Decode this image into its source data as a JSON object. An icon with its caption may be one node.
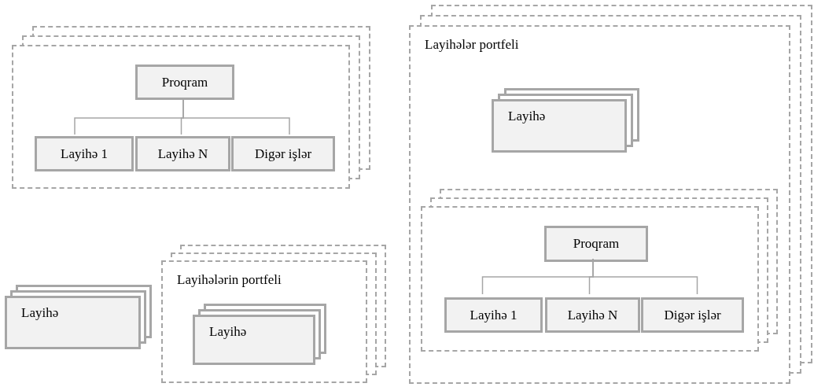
{
  "diagram": {
    "nodes": [
      {
        "text": [],
        "shape": "box"
      },
      {
        "text": [
          "Proqram"
        ],
        "in": 0
      },
      {
        "text": [
          "Layihə 1"
        ],
        "in": 0
      },
      {
        "text": [
          "Layihə N"
        ],
        "in": 0
      },
      {
        "text": [
          "Digər işlər"
        ],
        "in": 0
      },
      {
        "text": [
          "Layihə"
        ]
      },
      {
        "text": [
          "Layihələrin portfeli"
        ]
      },
      {
        "text": [
          "Layihə"
        ],
        "in": 6
      },
      {
        "text": [
          "Layihələr portfeli"
        ]
      },
      {
        "text": [
          "Layihə"
        ],
        "in": 8
      },
      {
        "text": [],
        "shape": "box",
        "in": 8
      },
      {
        "text": [
          "Proqram"
        ],
        "in": 10
      },
      {
        "text": [
          "Layihə 1"
        ],
        "in": 10
      },
      {
        "text": [
          "Layihə N"
        ],
        "in": 10
      },
      {
        "text": [
          "Digər işlər"
        ],
        "in": 10
      }
    ],
    "edges": [
      {
        "from": 1,
        "to": 2,
        "arrow": "none"
      },
      {
        "from": 1,
        "to": 3,
        "arrow": "none"
      },
      {
        "from": 1,
        "to": 4,
        "arrow": "none"
      },
      {
        "from": 11,
        "to": 12,
        "arrow": "none"
      },
      {
        "from": 11,
        "to": 13,
        "arrow": "none"
      },
      {
        "from": 11,
        "to": 14,
        "arrow": "none"
      }
    ]
  }
}
